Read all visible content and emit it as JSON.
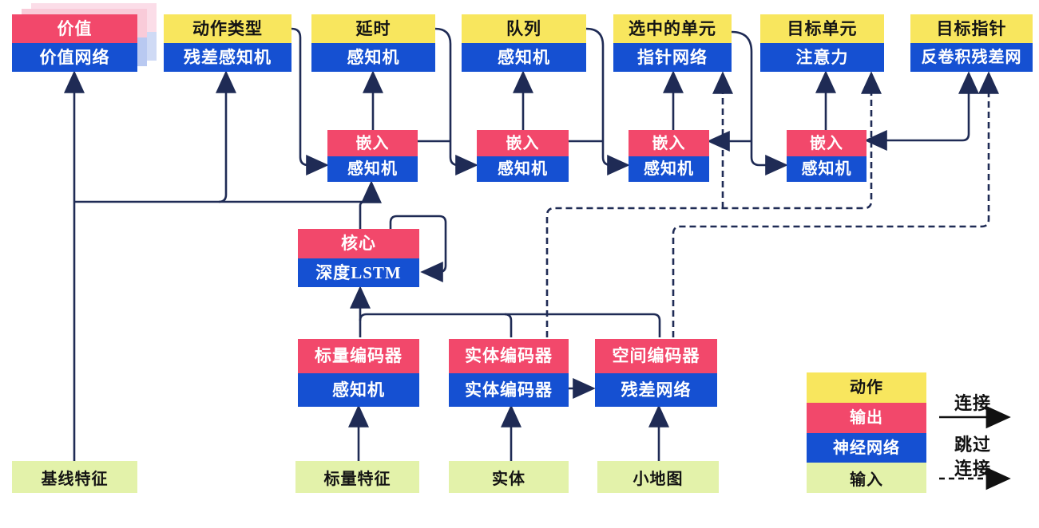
{
  "nodes": {
    "value": {
      "top": "价值",
      "bottom": "价值网络"
    },
    "action_type": {
      "top": "动作类型",
      "bottom": "残差感知机"
    },
    "delay": {
      "top": "延时",
      "bottom": "感知机"
    },
    "queue": {
      "top": "队列",
      "bottom": "感知机"
    },
    "selected_units": {
      "top": "选中的单元",
      "bottom": "指针网络"
    },
    "target_unit": {
      "top": "目标单元",
      "bottom": "注意力"
    },
    "target_pointer": {
      "top": "目标指针",
      "bottom": "反卷积残差网"
    },
    "embed1": {
      "top": "嵌入",
      "bottom": "感知机"
    },
    "embed2": {
      "top": "嵌入",
      "bottom": "感知机"
    },
    "embed3": {
      "top": "嵌入",
      "bottom": "感知机"
    },
    "embed4": {
      "top": "嵌入",
      "bottom": "感知机"
    },
    "core": {
      "top": "核心",
      "bottom": "深度LSTM"
    },
    "scalar_encoder": {
      "top": "标量编码器",
      "bottom": "感知机"
    },
    "entity_encoder": {
      "top": "实体编码器",
      "bottom": "实体编码器"
    },
    "spatial_encoder": {
      "top": "空间编码器",
      "bottom": "残差网络"
    },
    "baseline_features": {
      "label": "基线特征"
    },
    "scalar_features": {
      "label": "标量特征"
    },
    "entities": {
      "label": "实体"
    },
    "minimap": {
      "label": "小地图"
    }
  },
  "legend": {
    "action": "动作",
    "output": "输出",
    "network": "神经网络",
    "input": "输入",
    "connection": "连接",
    "skip_line1": "跳过",
    "skip_line2": "连接"
  },
  "colors": {
    "action_yellow": "#f8e65e",
    "output_red": "#f2486b",
    "network_blue": "#1550d2",
    "input_green": "#e3f2aa",
    "connector_navy": "#1f2b55",
    "legend_black": "#111111",
    "value_shadow_pink": "#f9cbd9",
    "value_shadow_pink_light": "#fbdde8",
    "value_shadow_blue": "#b9c9f1"
  }
}
